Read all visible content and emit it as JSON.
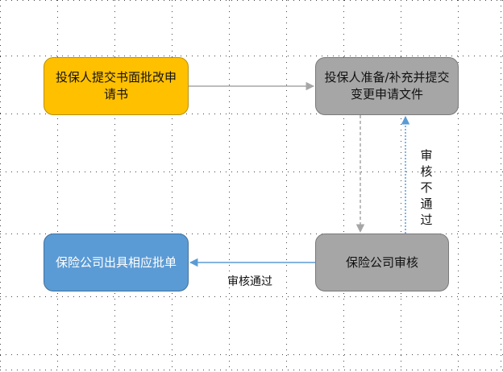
{
  "nodes": {
    "submit": "投保人提交书面批改申请书",
    "prepare": "投保人准备/补充并提交变更申请文件",
    "review": "保险公司审核",
    "issue": "保险公司出具相应批单"
  },
  "edges": {
    "pass_label": "审核通过",
    "fail_label": "审核不通过"
  },
  "colors": {
    "submit_fill": "#ffc000",
    "prepare_fill": "#a6a6a6",
    "review_fill": "#a6a6a6",
    "issue_fill": "#5b9bd5",
    "gray_arrow": "#a6a6a6",
    "blue_arrow": "#5b9bd5"
  }
}
